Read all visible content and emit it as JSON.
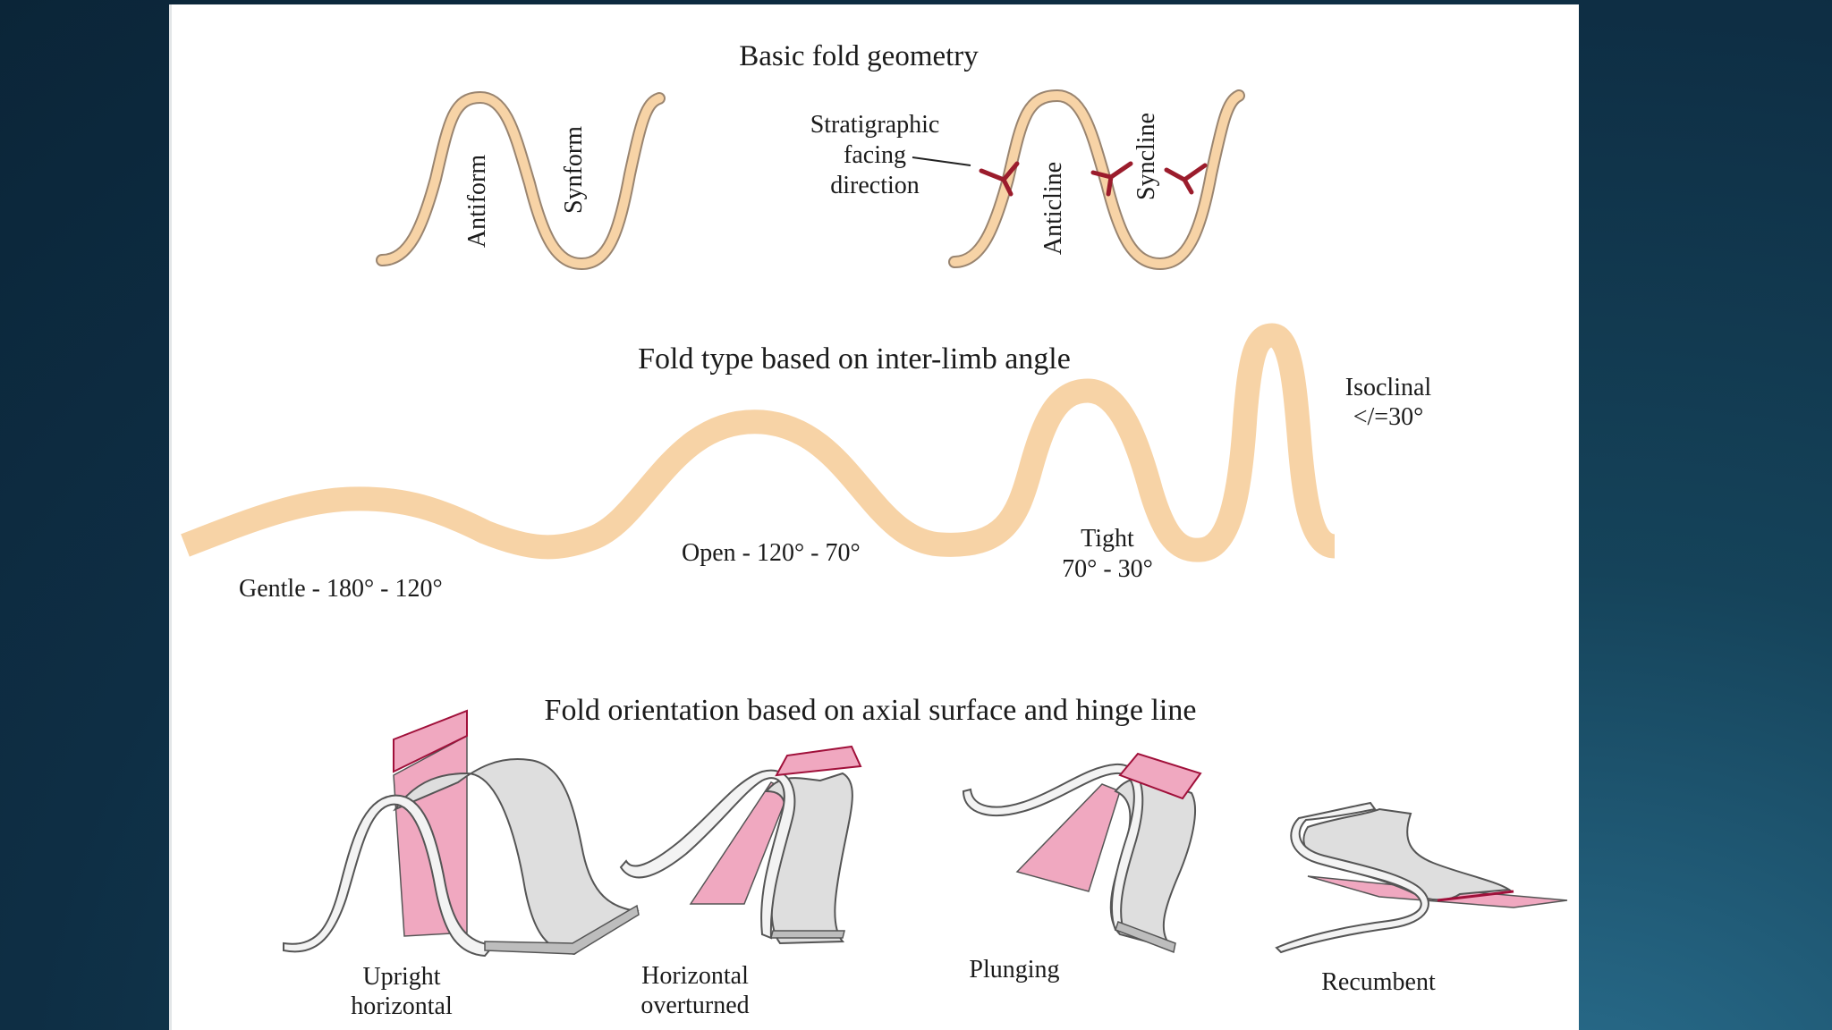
{
  "sections": {
    "basic": {
      "title": "Basic fold geometry",
      "antiform": "Antiform",
      "synform": "Synform",
      "anticline": "Anticline",
      "syncline": "Syncline",
      "facing_line1": "Stratigraphic",
      "facing_line2": "facing",
      "facing_line3": "direction"
    },
    "interlimb": {
      "title": "Fold type based on inter-limb angle",
      "gentle": "Gentle - 180° - 120°",
      "open": "Open - 120° - 70°",
      "tight_line1": "Tight",
      "tight_line2": "70° - 30°",
      "isoclinal_line1": "Isoclinal",
      "isoclinal_line2": "</=30°"
    },
    "orientation": {
      "title": "Fold orientation based on axial surface and hinge line",
      "upright_line1": "Upright",
      "upright_line2": "horizontal",
      "horizontal_line1": "Horizontal",
      "horizontal_line2": "overturned",
      "plunging": "Plunging",
      "recumbent": "Recumbent"
    }
  },
  "colors": {
    "fold_fill": "#f7d3a6",
    "fold_stroke": "#9a8570",
    "axial_pink": "#f0a8c0",
    "axial_edge": "#a0103a",
    "limb_grey": "#dedede",
    "facing_symbol": "#9b1c2c"
  }
}
